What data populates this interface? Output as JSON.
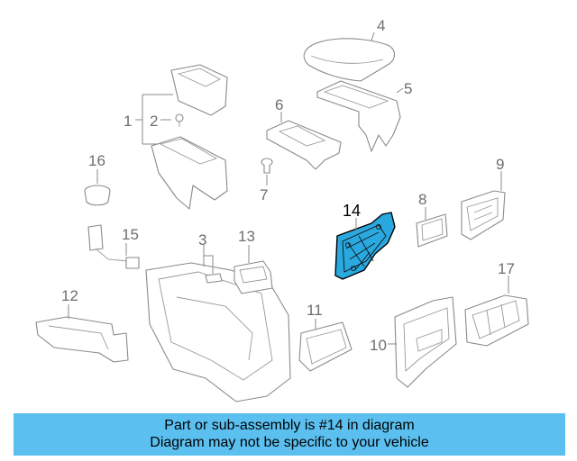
{
  "diagram": {
    "labels": {
      "p1": "1",
      "p2": "2",
      "p3": "3",
      "p4": "4",
      "p5": "5",
      "p6": "6",
      "p7": "7",
      "p8": "8",
      "p9": "9",
      "p10": "10",
      "p11": "11",
      "p12": "12",
      "p13": "13",
      "p14": "14",
      "p15": "15",
      "p16": "16",
      "p17": "17"
    },
    "highlight_part": "14",
    "highlight_color": "#2aa8e0"
  },
  "banner": {
    "line1": "Part or sub-assembly is #14 in diagram",
    "line2": "Diagram may not be specific to your vehicle",
    "background": "#5bc0f0"
  }
}
